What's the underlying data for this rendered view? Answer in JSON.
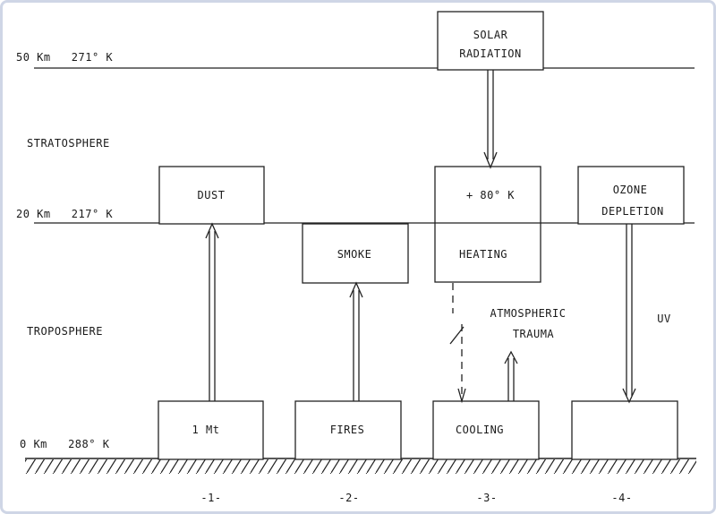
{
  "altitudes": {
    "top": "50 Km   271° K",
    "mid": "20 Km   217° K",
    "ground": "0 Km   288° K"
  },
  "layers": {
    "stratosphere": "STRATOSPHERE",
    "troposphere": "TROPOSPHERE"
  },
  "boxes": {
    "solar_line1": "SOLAR",
    "solar_line2": "RADIATION",
    "dust": "DUST",
    "smoke": "SMOKE",
    "heat_temp": "+ 80° K",
    "heating": "HEATING",
    "ozone_line1": "OZONE",
    "ozone_line2": "DEPLETION",
    "one_mt": "1 Mt",
    "fires": "FIRES",
    "cooling": "COOLING"
  },
  "annotations": {
    "atmos_line1": "ATMOSPHERIC",
    "atmos_line2": "TRAUMA",
    "uv": "UV"
  },
  "columns": [
    "-1-",
    "-2-",
    "-3-",
    "-4-"
  ]
}
